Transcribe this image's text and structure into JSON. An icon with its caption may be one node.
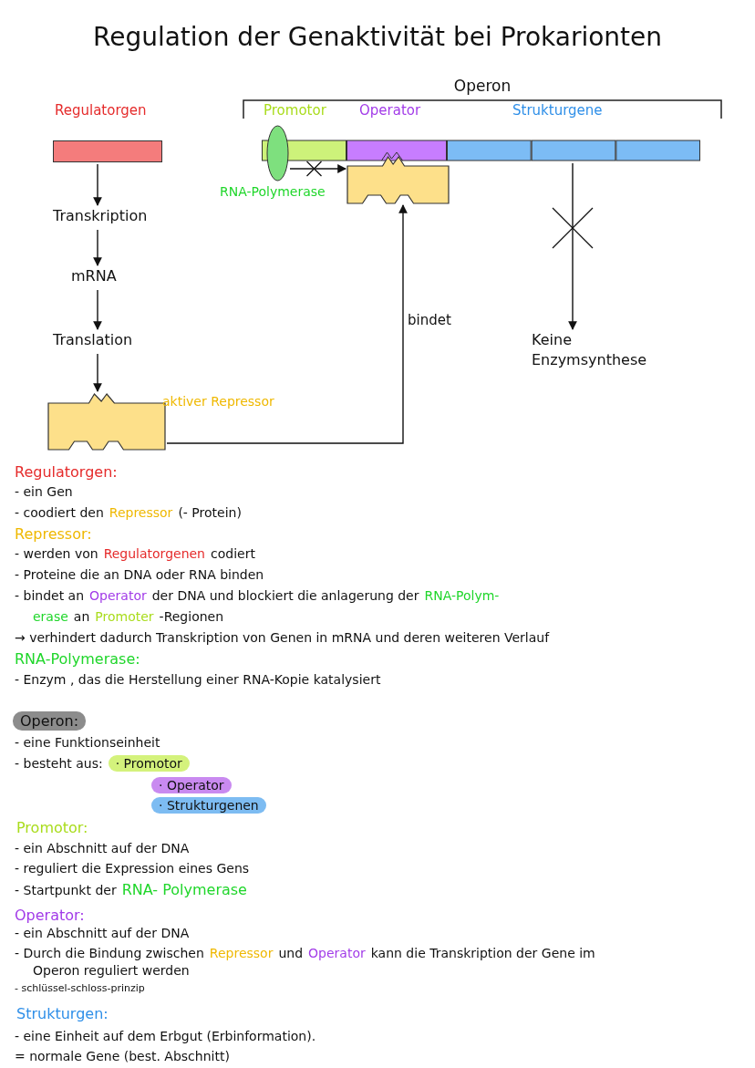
{
  "diagram": {
    "title": "Regulation der Genaktivität bei Prokarionten",
    "nodes": [
      {
        "text": [
          "Regulatorgen"
        ]
      },
      {
        "text": [
          "Transkription"
        ]
      },
      {
        "text": [
          "mRNA"
        ]
      },
      {
        "text": [
          "Translation"
        ]
      },
      {
        "text": [],
        "shape": "box",
        "beside": [
          "aktiver Repressor"
        ]
      },
      {
        "text": [
          "Operon"
        ]
      },
      {
        "text": [
          "Promotor"
        ],
        "in": 5
      },
      {
        "text": [
          "Operator"
        ],
        "in": 5
      },
      {
        "text": [
          "Strukturgene"
        ],
        "in": 5
      },
      {
        "text": [],
        "shape": "ellipse",
        "beside": [
          "RNA-Polymerase"
        ]
      },
      {
        "text": [],
        "shape": "box"
      },
      {
        "text": [
          "Keine Enzymsynthese"
        ]
      }
    ],
    "edges": [
      {
        "from": 0,
        "to": 1,
        "arrow": "to"
      },
      {
        "from": 1,
        "to": 2,
        "arrow": "to"
      },
      {
        "from": 2,
        "to": 3,
        "arrow": "to"
      },
      {
        "from": 3,
        "to": 4,
        "arrow": "to"
      },
      {
        "from": 4,
        "to": 10,
        "arrow": "to",
        "label": "bindet"
      },
      {
        "from": 9,
        "to": 10,
        "arrow": "to"
      },
      {
        "from": 8,
        "to": 11,
        "arrow": "to"
      }
    ],
    "labels": [
      "Regulatorgen:",
      "- ein Gen",
      "- coodiert den",
      "Repressor",
      "(- Protein)",
      "Repressor:",
      "- werden von",
      "Regulatorgenen",
      "codiert",
      "- Proteine die an DNA oder RNA binden",
      "- bindet an",
      "Operator",
      "der DNA und blockiert die anlagerung der",
      "RNA-Polym-",
      "erase",
      "an",
      "Promoter",
      "-Regionen",
      "→ verhindert dadurch Transkription von Genen in mRNA und deren weiteren Verlauf",
      "RNA-Polymerase:",
      "- Enzym , das die Herstellung einer RNA-Kopie katalysiert",
      "Operon:",
      "- eine Funktionseinheit",
      "- besteht aus:",
      "· Promotor",
      "· Operator",
      "· Strukturgenen",
      "Promotor:",
      "- ein Abschnitt auf der DNA",
      "- reguliert die Expression eines Gens",
      "- Startpunkt der",
      "RNA- Polymerase",
      "Operator:",
      "- ein Abschnitt auf der DNA",
      "- Durch die Bindung zwischen",
      "Repressor",
      "und",
      "Operator",
      "kann die Transkription der Gene im",
      "Operon reguliert werden",
      "- schlüssel-schloss-prinzip",
      "Strukturgen:",
      "- eine Einheit auf dem Erbgut (Erbinformation).",
      "= normale Gene (best. Abschnitt)"
    ]
  }
}
